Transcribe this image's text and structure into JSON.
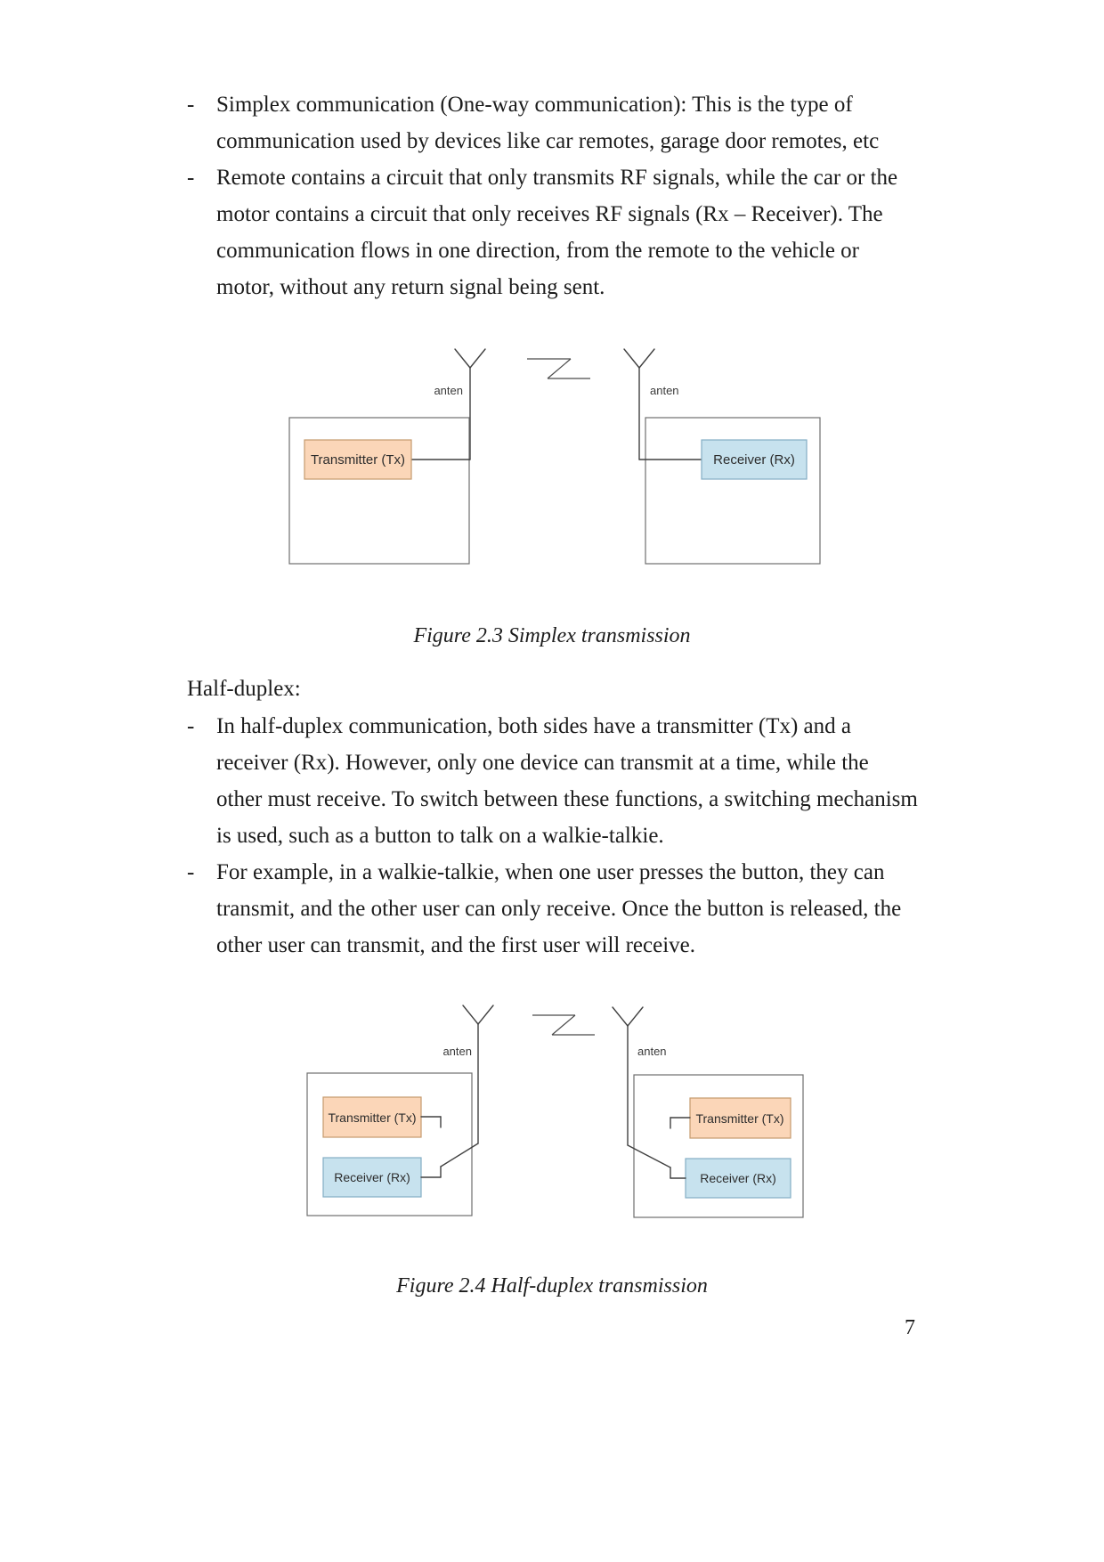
{
  "colors": {
    "transmitter_fill": "#fbd6b8",
    "receiver_fill": "#c7e2ee"
  },
  "markers": {
    "dash": "-"
  },
  "page_number": "7",
  "simplex": {
    "bullets": [
      "Simplex communication (One-way communication): This is the type of communication used by devices like car remotes, garage door remotes, etc",
      "Remote contains a circuit that only transmits RF signals, while the car or the motor contains a circuit that only receives RF signals (Rx – Receiver). The communication flows in one direction, from the remote to the vehicle or motor, without any return signal being sent."
    ],
    "figure": {
      "antenna_left_label": "anten",
      "antenna_right_label": "anten",
      "transmitter_label": "Transmitter (Tx)",
      "receiver_label": "Receiver (Rx)",
      "caption": "Figure 2.3 Simplex transmission"
    }
  },
  "half_duplex": {
    "heading": "Half-duplex:",
    "bullets": [
      "In half-duplex communication, both sides have a transmitter (Tx) and a receiver (Rx). However, only one device can transmit at a time, while the other must receive. To switch between these functions, a switching mechanism is used, such as a button to talk on a walkie-talkie.",
      "For example, in a walkie-talkie, when one user presses the button, they can transmit, and the other user can only receive. Once the button is released, the other user can transmit, and the first user will receive."
    ],
    "figure": {
      "antenna_left_label": "anten",
      "antenna_right_label": "anten",
      "left_transmitter_label": "Transmitter (Tx)",
      "left_receiver_label": "Receiver (Rx)",
      "right_transmitter_label": "Transmitter (Tx)",
      "right_receiver_label": "Receiver (Rx)",
      "caption": "Figure 2.4 Half-duplex transmission"
    }
  }
}
